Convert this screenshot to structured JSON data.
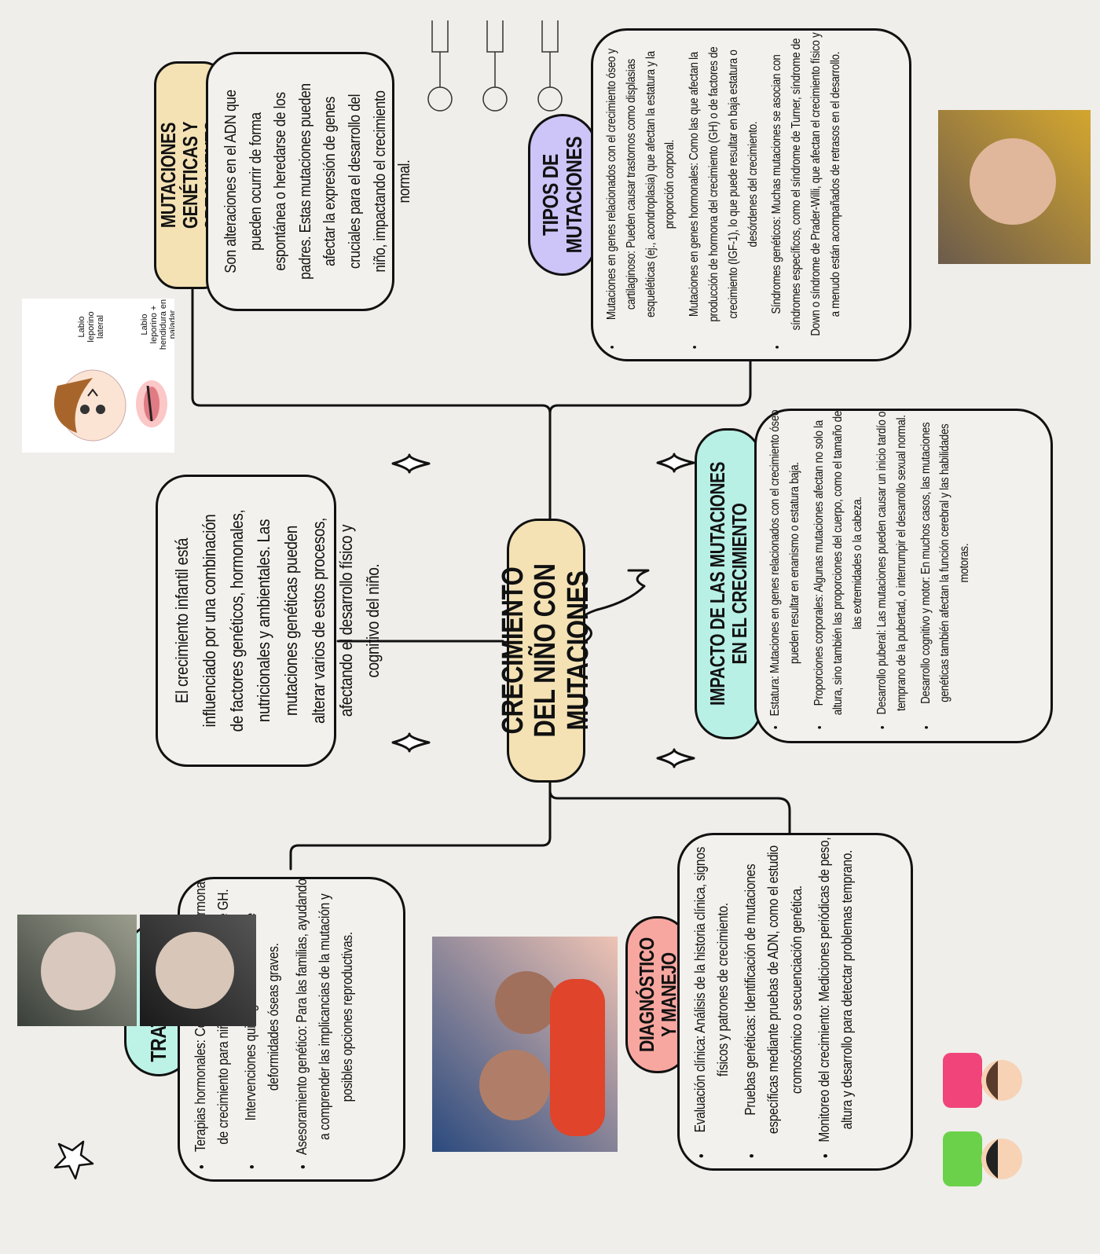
{
  "center": {
    "title": "CRECIMIENTO DEL NIÑO CON MUTACIONES"
  },
  "intro": {
    "text": "El crecimiento infantil está influenciado por una combinación de factores genéticos, hormonales, nutricionales y ambientales. Las mutaciones genéticas pueden alterar varios de estos procesos, afectando el desarrollo físico y cognitivo del niño."
  },
  "mutaciones": {
    "title": "MUTACIONES GENÉTICAS Y CRECIMIENTO",
    "text": "Son alteraciones en el ADN que pueden ocurrir de forma espontánea o heredarse de los padres. Estas mutaciones pueden afectar la expresión de genes cruciales para el desarrollo del niño, impactando el crecimiento normal."
  },
  "tipos": {
    "title": "TIPOS DE MUTACIONES",
    "items": [
      "Mutaciones en genes relacionados con el crecimiento óseo y cartilaginoso: Pueden causar trastornos como displasias esqueléticas (ej., acondroplasia) que afectan la estatura y la proporción corporal.",
      "Mutaciones en genes hormonales: Como las que afectan la producción de hormona del crecimiento (GH) o de factores de crecimiento (IGF-1), lo que puede resultar en baja estatura o desórdenes del crecimiento.",
      "Síndromes genéticos: Muchas mutaciones se asocian con síndromes específicos, como el síndrome de Turner, síndrome de Down o síndrome de Prader-Willi, que afectan el crecimiento físico y a menudo están acompañados de retrasos en el desarrollo."
    ]
  },
  "impacto": {
    "title": "IMPACTO DE LAS MUTACIONES EN EL CRECIMIENTO",
    "items": [
      "Estatura: Mutaciones en genes relacionados con el crecimiento óseo pueden resultar en enanismo o estatura baja.",
      "Proporciones corporales: Algunas mutaciones afectan no solo la altura, sino también las proporciones del cuerpo, como el tamaño de las extremidades o la cabeza.",
      "Desarrollo puberal: Las mutaciones pueden causar un inicio tardío o temprano de la pubertad, o interrumpir el desarrollo sexual normal.",
      "Desarrollo cognitivo y motor: En muchos casos, las mutaciones genéticas también afectan la función cerebral y las habilidades motoras."
    ]
  },
  "diagnostico": {
    "title": "DIAGNÓSTICO Y MANEJO",
    "items": [
      "Evaluación clínica: Análisis de la historia clínica, signos físicos y patrones de crecimiento.",
      "Pruebas genéticas: Identificación de mutaciones específicas mediante pruebas de ADN, como el estudio cromosómico o secuenciación genética.",
      "Monitoreo del crecimiento: Mediciones periódicas de peso, altura y desarrollo para detectar problemas temprano."
    ]
  },
  "tratamiento": {
    "title": "TRATAMIENTO",
    "items": [
      "Terapias hormonales: Como la terapia con hormona de crecimiento para niños con deficiencia de GH.",
      "Intervenciones quirúrgicas: En casos de deformidades óseas graves.",
      "Asesoramiento genético: Para las familias, ayudando a comprender las implicancias de la mutación y posibles opciones reproductivas."
    ]
  },
  "photo_captions": {
    "labio_lateral": "Labio leporino lateral",
    "labio_paladar": "Labio leporino + hendidura en paladar"
  },
  "colors": {
    "background": "#efeeea",
    "center_pill": "#f4e2b5",
    "mutaciones_pill": "#f4e2b5",
    "tipos_pill": "#cdc4f7",
    "impacto_pill": "#b8f0e6",
    "diagnostico_pill": "#f8a7a0",
    "tratamiento_pill": "#bdf3e6"
  }
}
